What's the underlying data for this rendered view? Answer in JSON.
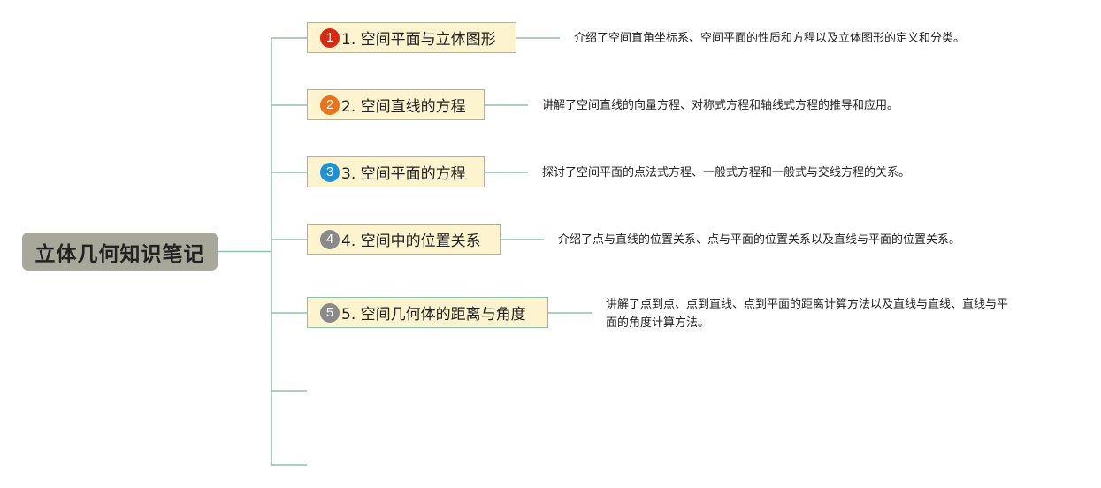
{
  "root": {
    "title": "立体几何知识笔记"
  },
  "topics": [
    {
      "marker": "1",
      "marker_color": "#d62b12",
      "label": "1. 空间平面与立体图形",
      "description": "介绍了空间直角坐标系、空间平面的性质和方程以及立体图形的定义和分类。"
    },
    {
      "marker": "2",
      "marker_color": "#e8731c",
      "label": "2. 空间直线的方程",
      "description": "讲解了空间直线的向量方程、对称式方程和轴线式方程的推导和应用。"
    },
    {
      "marker": "3",
      "marker_color": "#1f92d6",
      "label": "3. 空间平面的方程",
      "description": "探讨了空间平面的点法式方程、一般式方程和一般式与交线方程的关系。"
    },
    {
      "marker": "4",
      "marker_color": "#8a8a8a",
      "label": "4. 空间中的位置关系",
      "description": "介绍了点与直线的位置关系、点与平面的位置关系以及直线与平面的位置关系。"
    },
    {
      "marker": "5",
      "marker_color": "#8a8a8a",
      "label": "5. 空间几何体的距离与角度",
      "description_lines": [
        "讲解了点到点、点到直线、点到平面的距离计算方法以及直线与直线、直线与平",
        "面的角度计算方法。"
      ]
    }
  ],
  "colors": {
    "connector": "#8fc0a9",
    "root_bg": "#a8a89a",
    "topic_bg": "#fdf4cf",
    "topic_border": "#8fc0a9"
  }
}
